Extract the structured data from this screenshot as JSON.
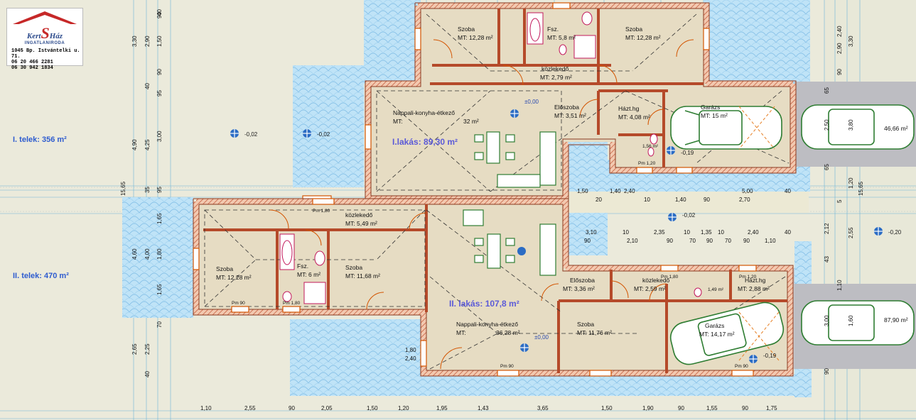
{
  "logo": {
    "brand_left": "Kert",
    "brand_mid": "S",
    "brand_right": "Ház",
    "sub": "INGATLANIRODA",
    "addr_1": "1045 Bp. Istvántelki u. 71.",
    "addr_2": "06 20 466 2281",
    "addr_3": "06 30 942 1834"
  },
  "plots": {
    "plot1": "I. telek: 356 m²",
    "plot2": "II. telek: 470 m²"
  },
  "apartments": {
    "a1": "I.lakás: 89,30 m²",
    "a2": "II. lakás: 107,8 m²"
  },
  "rooms": {
    "szoba1_name": "Szoba",
    "szoba1_area": "MT: 12,28 m²",
    "fsz1_name": "Fsz.",
    "fsz1_area": "MT: 5,8 m²",
    "szoba2_name": "Szoba",
    "szoba2_area": "MT: 12,28 m²",
    "kozl1_name": "közlekedő",
    "kozl1_area": "MT: 2,79 m²",
    "nappali1_name": "Nappali-konyha-étkező",
    "nappali1_mt": "MT:",
    "nappali1_area": "32 m²",
    "eloszoba1_name": "Előszoba",
    "eloszoba1_area": "MT: 3,51 m²",
    "haztg1_name": "Házt.hg",
    "haztg1_area": "MT: 4,08 m²",
    "garazs1_name": "Garázs",
    "garazs1_area": "MT: 15 m²",
    "kozl2_name": "közlekedő",
    "kozl2_area": "MT: 5,49 m²",
    "szoba3_name": "Szoba",
    "szoba3_area": "MT: 12,28 m²",
    "fsz2_name": "Fsz.",
    "fsz2_area": "MT: 6 m²",
    "szoba4_name": "Szoba",
    "szoba4_area": "MT: 11,68 m²",
    "eloszoba2_name": "Előszoba",
    "eloszoba2_area": "MT: 3,36 m²",
    "kozl3_name": "közlekedő",
    "kozl3_area": "MT: 2,59 m²",
    "haztg2_name": "Házt.hg",
    "haztg2_area": "MT: 2,88 m²",
    "garazs2_name": "Garázs",
    "garazs2_area": "MT: 14,17 m²",
    "nappali2_name": "Nappali-konyha-étkező",
    "nappali2_mt": "MT:",
    "nappali2_area": "36,28 m²",
    "szoba5_name": "Szoba",
    "szoba5_area": "MT: 11,76 m²",
    "parking1": "46,66 m²",
    "parking2": "87,90 m²"
  },
  "levels": {
    "l1": "-0,02",
    "l2": "-0,02",
    "l3": "±0,00",
    "l4": "-0,19",
    "l5": "-0,02",
    "l6": "-0,20",
    "l7": "±0,00",
    "l8": "-0,19"
  },
  "dims_bottom": [
    "1,10",
    "2,55",
    "90",
    "2,05",
    "1,50",
    "1,20",
    "1,95",
    "1,43",
    "3,65",
    "1,50",
    "1,90",
    "90",
    "1,55",
    "90",
    "1,75"
  ],
  "dims_left": [
    "40",
    "90",
    "1,50",
    "90",
    "40",
    "95",
    "4,25",
    "3,00",
    "35",
    "95",
    "1,65",
    "4,00",
    "1,80",
    "1,65",
    "70",
    "2,25",
    "40"
  ],
  "dims_left_outer": [
    "3,30",
    "2,90",
    "4,90",
    "15,65",
    "4,60",
    "2,65"
  ],
  "dims_right": [
    "2,40",
    "3,30",
    "2,90",
    "90",
    "65",
    "2,50",
    "3,80",
    "65",
    "1,20",
    "5",
    "15,65",
    "2,12",
    "2,55",
    "43",
    "1,10",
    "3,00",
    "1,60",
    "90"
  ],
  "dims_mid_row1": [
    "1,50",
    "20",
    "1,40",
    "2,40",
    "10",
    "1,40",
    "90",
    "2,70",
    "5,00",
    "40"
  ],
  "dims_mid_row2": [
    "3,10",
    "10",
    "2,35",
    "10",
    "1,35",
    "10",
    "2,40",
    "40"
  ],
  "dims_mid_row3": [
    "90",
    "2,10",
    "90",
    "70",
    "90",
    "70",
    "90",
    "1,10"
  ],
  "small_labels": {
    "pm1": "Pm 1,80",
    "pm2": "Pm 90",
    "pm3": "Pm 1,80",
    "pm4": "Pm 90",
    "pm5": "Pm 1,20",
    "pm6": "Pm 1,80",
    "pm7": "Pm 1,20",
    "pm8": "Pm 90",
    "wc1": "1,56 m²",
    "wc2": "1,49 m²",
    "d1": "1,80",
    "d2": "2,40"
  }
}
